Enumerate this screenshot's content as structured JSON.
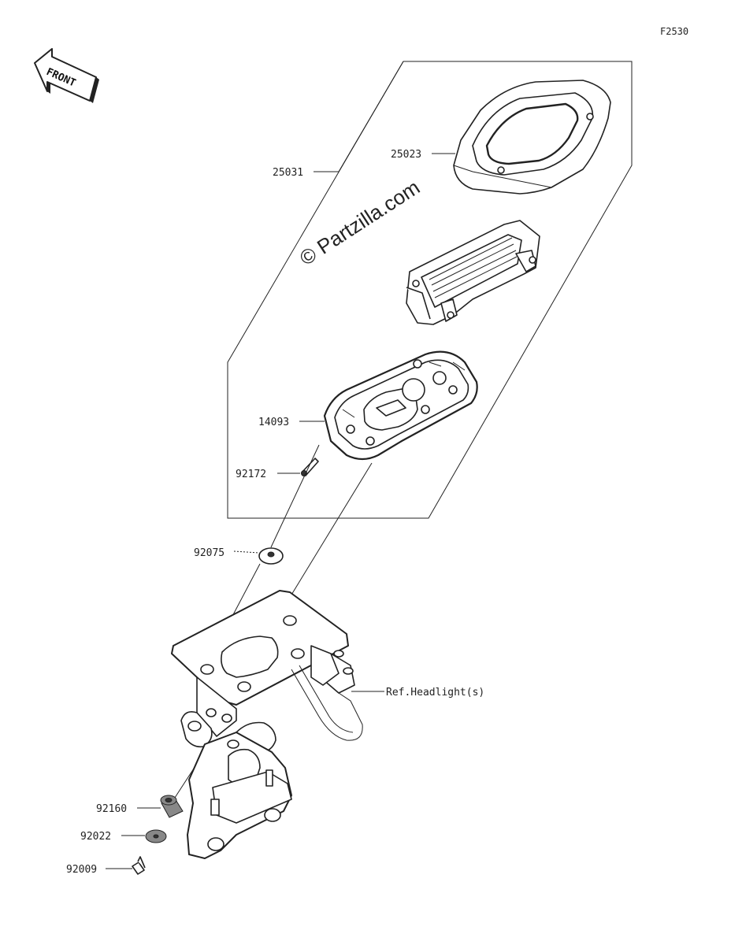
{
  "diagram_code": "F2530",
  "front_label": "FRONT",
  "watermark": "© Partzilla.com",
  "parts": {
    "p25031": "25031",
    "p25023": "25023",
    "p14093": "14093",
    "p92172": "92172",
    "p92075": "92075",
    "ref_headlight": "Ref.Headlight(s)",
    "p92160": "92160",
    "p92022": "92022",
    "p92009": "92009"
  }
}
